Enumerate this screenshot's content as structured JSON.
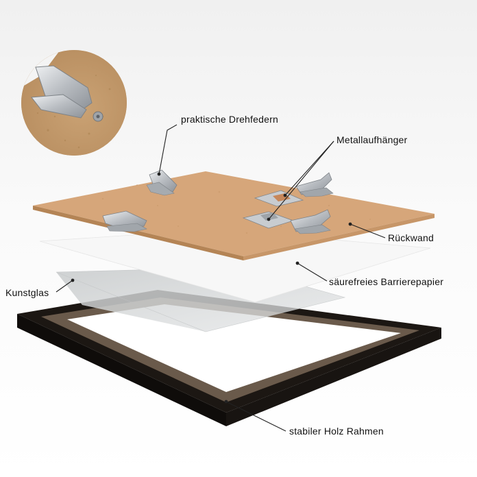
{
  "labels": {
    "drehfedern": "praktische Drehfedern",
    "aufhaenger": "Metallaufhänger",
    "rueckwand": "Rückwand",
    "papier": "säurefreies Barrierepapier",
    "kunstglas": "Kunstglas",
    "rahmen": "stabiler Holz Rahmen"
  },
  "colors": {
    "backboard": "#d6a67a",
    "backboard_edge": "#b48455",
    "frame": "#1c1713",
    "frame_inner": "#5a4a3c",
    "paper": "#f7f7f7",
    "glass": "#d5d7d8",
    "metal": "#c7cbcf",
    "leader": "#222222"
  },
  "icons": {
    "detail_inset": "turn-spring-closeup-photo",
    "hardware": "metal-clip-icon"
  }
}
